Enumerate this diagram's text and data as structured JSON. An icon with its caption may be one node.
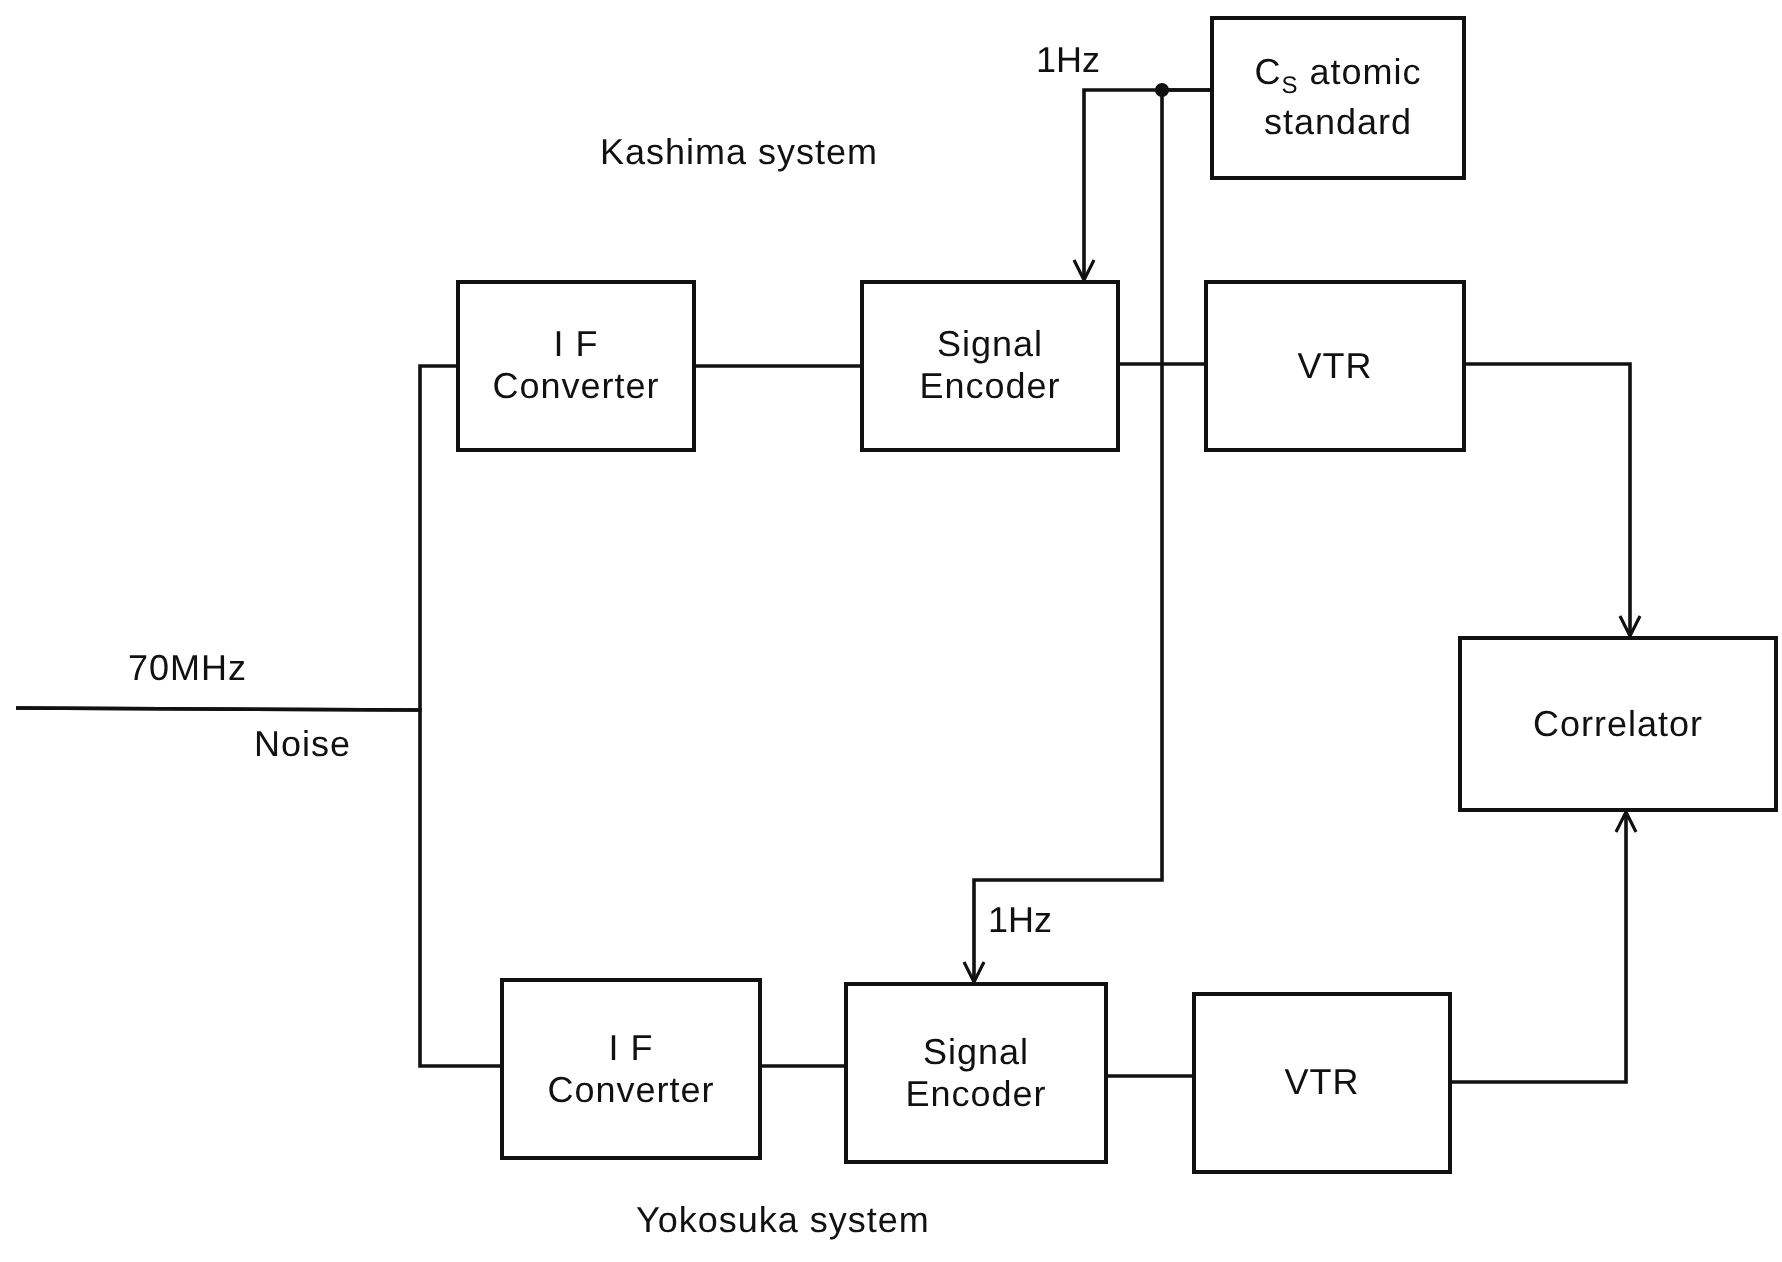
{
  "diagram": {
    "nodes": [
      {
        "text": [
          "C$_{S}$ atomic standard"
        ]
      },
      {
        "text": [
          "I F Converter"
        ]
      },
      {
        "text": [
          "Signal Encoder"
        ]
      },
      {
        "text": [
          "VTR"
        ]
      },
      {
        "text": [
          "Correlator"
        ]
      },
      {
        "text": [
          "I F Converter"
        ]
      },
      {
        "text": [
          "Signal Encoder"
        ]
      },
      {
        "text": [
          "VTR"
        ]
      }
    ],
    "edges": [
      {
        "from": null,
        "to": 1,
        "arrow": "none"
      },
      {
        "from": null,
        "to": 5,
        "arrow": "none"
      },
      {
        "from": 0,
        "to": 2,
        "arrow": "to",
        "label": "1Hz"
      },
      {
        "from": 0,
        "to": 6,
        "arrow": "to",
        "label": "1Hz"
      },
      {
        "from": 1,
        "to": 2,
        "arrow": "none"
      },
      {
        "from": 2,
        "to": 3,
        "arrow": "none"
      },
      {
        "from": 3,
        "to": 4,
        "arrow": "to"
      },
      {
        "from": 5,
        "to": 6,
        "arrow": "none"
      },
      {
        "from": 6,
        "to": 7,
        "arrow": "none"
      },
      {
        "from": 7,
        "to": 4,
        "arrow": "to"
      }
    ],
    "labels": [
      "Kashima system",
      "70MHz",
      "Noise",
      "Yokosuka system"
    ]
  }
}
